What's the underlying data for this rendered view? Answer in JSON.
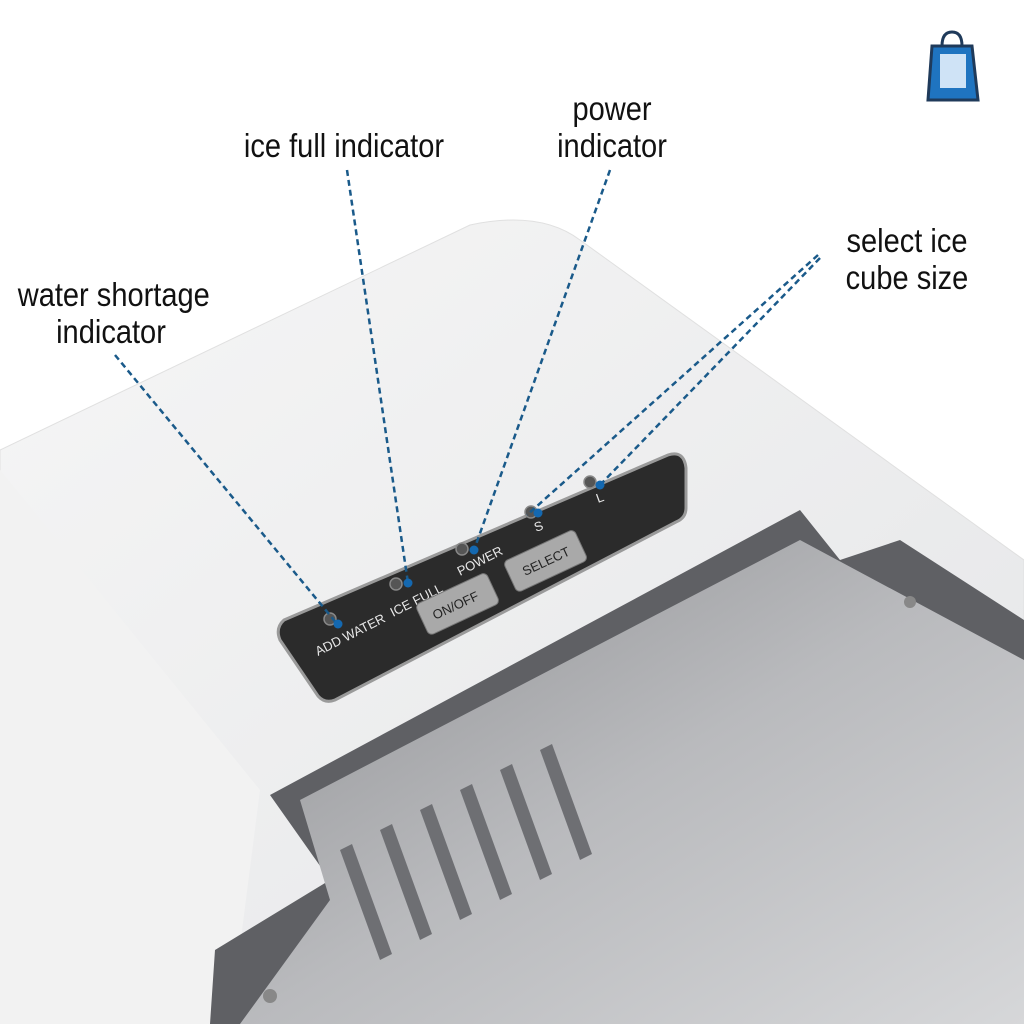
{
  "callouts": {
    "water_shortage": [
      "water shortage",
      "indicator"
    ],
    "ice_full": "ice full indicator",
    "power": [
      "power",
      "indicator"
    ],
    "select_size": [
      "select ice",
      "cube size"
    ]
  },
  "panel": {
    "add_water": "ADD WATER",
    "ice_full": "ICE FULL",
    "power": "POWER",
    "small": "S",
    "large": "L",
    "on_off": "ON/OFF",
    "select": "SELECT"
  },
  "colors": {
    "callout_line": "#1a5a8a",
    "dot": "#1468b0",
    "panel": "#2b2b2b",
    "button": "#a9a9a9",
    "brand_icon": "#1f74c0"
  }
}
